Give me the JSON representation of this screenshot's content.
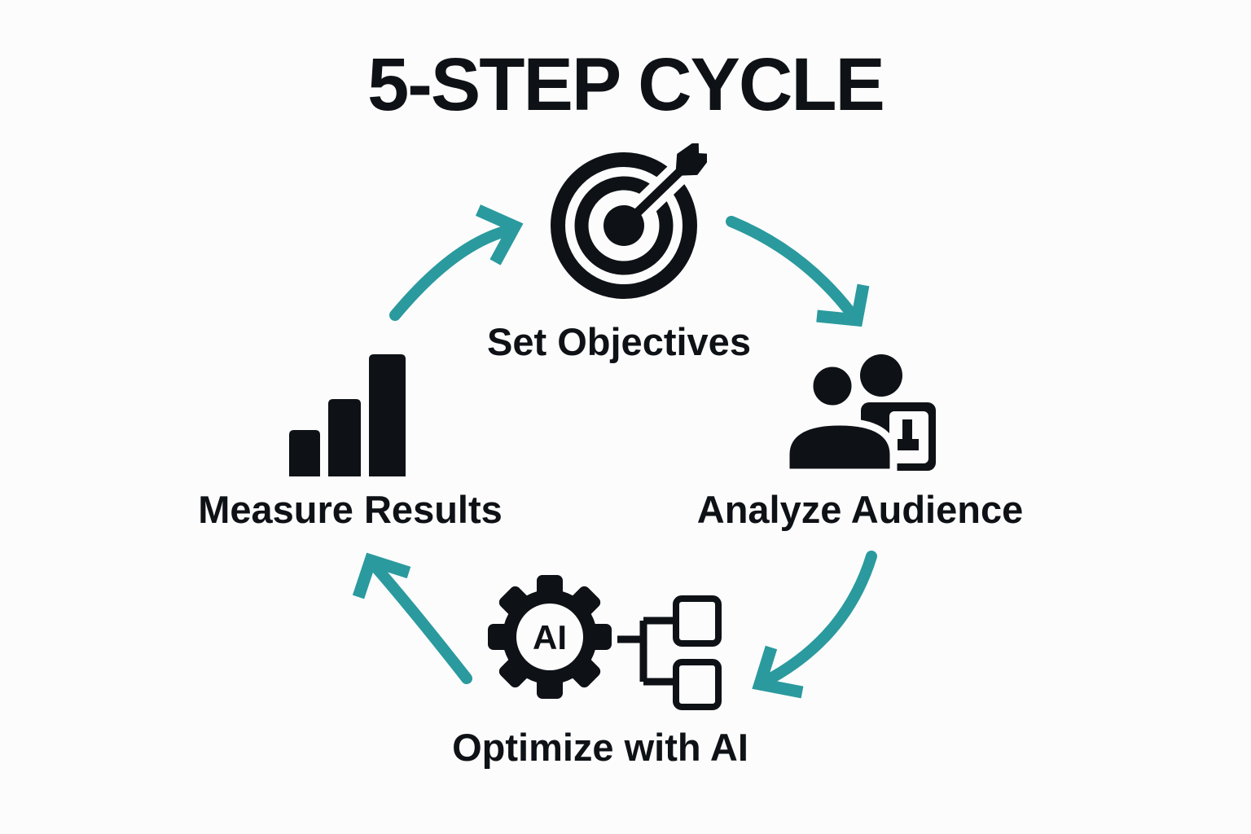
{
  "title": "5-STEP CYCLE",
  "colors": {
    "ink": "#0E1216",
    "accent": "#2A9A9E",
    "background": "#FCFCFC"
  },
  "steps": [
    {
      "id": "set-objectives",
      "label": "Set Objectives",
      "icon": "target-dart-icon"
    },
    {
      "id": "analyze-audience",
      "label": "Analyze Audience",
      "icon": "audience-people-icon"
    },
    {
      "id": "optimize-with-ai",
      "label": "Optimize with AI",
      "icon": "ai-gear-flowchart-icon",
      "icon_text": "AI"
    },
    {
      "id": "measure-results",
      "label": "Measure Results",
      "icon": "bar-chart-icon"
    }
  ],
  "arrows": [
    {
      "from": "Measure Results",
      "to": "Set Objectives"
    },
    {
      "from": "Set Objectives",
      "to": "Analyze Audience"
    },
    {
      "from": "Analyze Audience",
      "to": "Optimize with AI"
    },
    {
      "from": "Optimize with AI",
      "to": "Measure Results"
    }
  ]
}
